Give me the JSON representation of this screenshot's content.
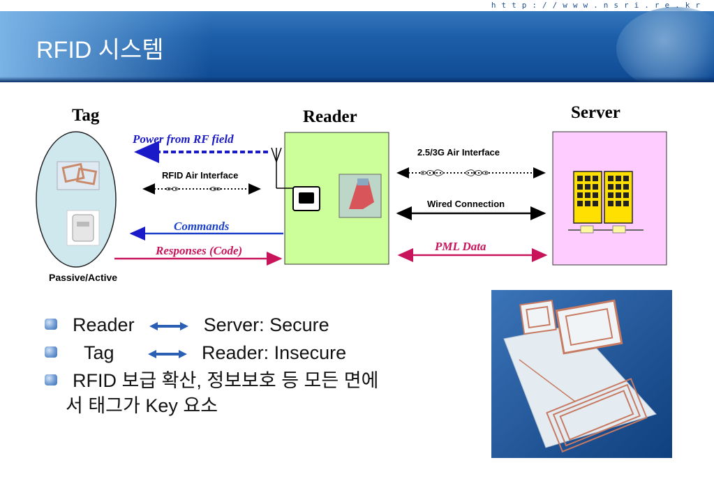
{
  "header": {
    "url": "http://www.nsri.re.kr",
    "title": "RFID 시스템"
  },
  "diagram": {
    "tag_heading": "Tag",
    "reader_heading": "Reader",
    "server_heading": "Server",
    "tag_caption": "Passive/Active",
    "arrows": {
      "power": "Power from RF field",
      "rfid_air": "RFID Air Interface",
      "commands": "Commands",
      "responses": "Responses (Code)",
      "air_3g": "2.5/3G Air Interface",
      "wired": "Wired Connection",
      "pml": "PML Data"
    },
    "colors": {
      "tag_fill": "#cfe8ee",
      "reader_fill": "#ccff99",
      "server_fill": "#ffccff",
      "power_arrow": "#1a1ac8",
      "commands_arrow": "#1a3fc8",
      "responses_arrow": "#c8145a",
      "pml_arrow": "#c8145a"
    }
  },
  "bullets": [
    {
      "left": "Reader",
      "right": "Server: Secure"
    },
    {
      "left": "Tag",
      "right": "Reader: Insecure"
    },
    {
      "line1": "RFID 보급 확산, 정보보호 등 모든 면에",
      "line2": "서 태그가 Key 요소"
    }
  ]
}
